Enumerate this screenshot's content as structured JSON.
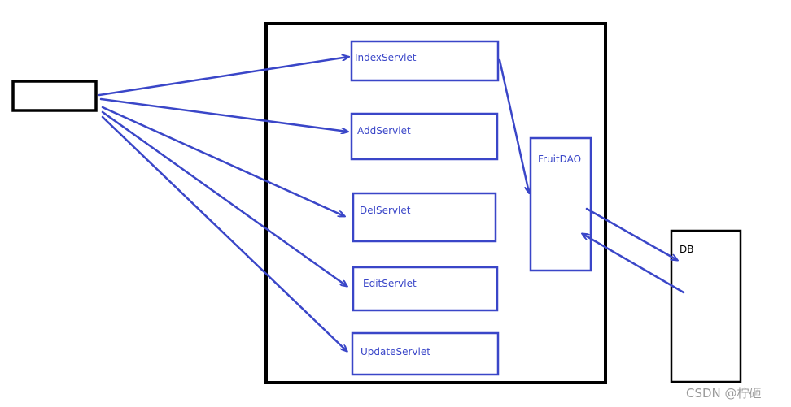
{
  "servlets": [
    {
      "id": "index",
      "label": "IndexServlet"
    },
    {
      "id": "add",
      "label": "AddServlet"
    },
    {
      "id": "del",
      "label": "DelServlet"
    },
    {
      "id": "edit",
      "label": "EditServlet"
    },
    {
      "id": "update",
      "label": "UpdateServlet"
    }
  ],
  "dao": {
    "label": "FruitDAO"
  },
  "db": {
    "label": "DB"
  },
  "watermark": "CSDN @柠砸",
  "colors": {
    "line": "#3a46c8",
    "container": "#000000",
    "watermark": "#9a9a9a"
  }
}
